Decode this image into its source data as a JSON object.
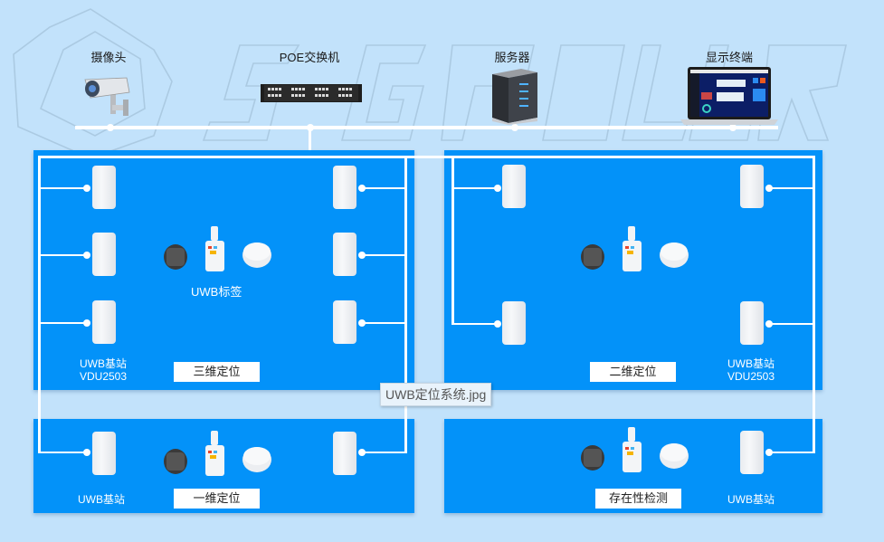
{
  "diagram": {
    "title_tooltip": "UWB定位系统.jpg",
    "watermark_text": "SGPOWER",
    "top_devices": [
      {
        "label": "摄像头",
        "icon": "camera-icon"
      },
      {
        "label": "POE交换机",
        "icon": "network-switch-icon"
      },
      {
        "label": "服务器",
        "icon": "server-icon"
      },
      {
        "label": "显示终端",
        "icon": "laptop-icon"
      }
    ],
    "tag_label": "UWB标签",
    "tag_devices": [
      "smartwatch-icon",
      "badge-tag-icon",
      "puck-tag-icon"
    ],
    "panels": [
      {
        "id": "3d",
        "mode": "三维定位",
        "anchor_label_line1": "UWB基站",
        "anchor_label_line2": "VDU2503",
        "anchor_count": 6
      },
      {
        "id": "2d",
        "mode": "二维定位",
        "anchor_label_line1": "UWB基站",
        "anchor_label_line2": "VDU2503",
        "anchor_count": 4
      },
      {
        "id": "1d",
        "mode": "一维定位",
        "anchor_label_line1": "UWB基站",
        "anchor_count": 2
      },
      {
        "id": "presence",
        "mode": "存在性检测",
        "anchor_label_line1": "UWB基站",
        "anchor_count": 1
      }
    ],
    "colors": {
      "background": "#c2e2fb",
      "panel": "#0392f9",
      "line": "#ffffff"
    }
  }
}
